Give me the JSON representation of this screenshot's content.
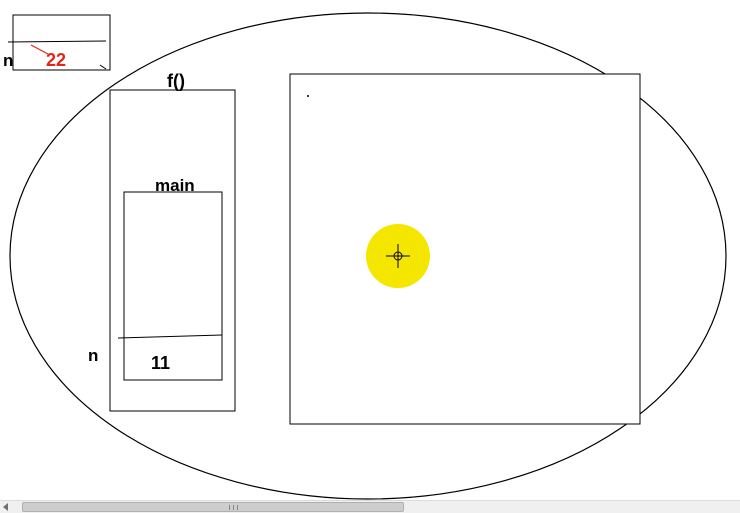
{
  "labels": {
    "n_top": "n",
    "value_22": "22",
    "f_label": "f()",
    "main_label": "main",
    "n_bottom": "n",
    "value_11": "11"
  },
  "colors": {
    "stroke": "#000000",
    "value_red": "#e0261b",
    "cursor_highlight": "#f5e600"
  },
  "icons": {
    "cursor": "crosshair-cursor-icon"
  }
}
